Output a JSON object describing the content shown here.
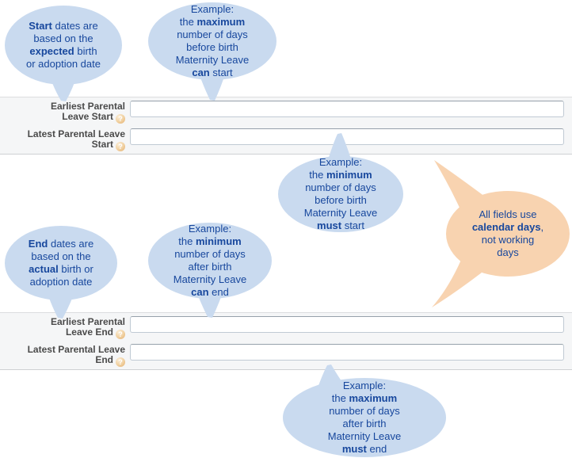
{
  "colors": {
    "bubble_blue": "#c9daef",
    "bubble_orange": "#f8d3b0",
    "bubble_text": "#17479d",
    "label_text": "#4a4a4a",
    "section_background": "#f5f6f7"
  },
  "form": {
    "help_icon": "?",
    "sections": [
      {
        "name": "parental-leave-start",
        "rows": [
          {
            "label_line1": "Earliest Parental",
            "label_line2": "Leave Start",
            "value": ""
          },
          {
            "label_line1": "Latest Parental Leave",
            "label_line2": "Start",
            "value": ""
          }
        ]
      },
      {
        "name": "parental-leave-end",
        "rows": [
          {
            "label_line1": "Earliest Parental",
            "label_line2": "Leave End",
            "value": ""
          },
          {
            "label_line1": "Latest Parental Leave",
            "label_line2": "End",
            "value": ""
          }
        ]
      }
    ]
  },
  "bubbles": [
    {
      "id": "start-dates-note",
      "theme": "blue",
      "lines": [
        [
          {
            "t": "Start",
            "b": true
          },
          {
            "t": " dates are",
            "b": false
          }
        ],
        [
          {
            "t": "based on the",
            "b": false
          }
        ],
        [
          {
            "t": "expected",
            "b": true
          },
          {
            "t": " birth",
            "b": false
          }
        ],
        [
          {
            "t": "or adoption date",
            "b": false
          }
        ]
      ]
    },
    {
      "id": "example-max-days-before-birth",
      "theme": "blue",
      "lines": [
        [
          {
            "t": "Example:",
            "b": false
          }
        ],
        [
          {
            "t": "the ",
            "b": false
          },
          {
            "t": "maximum",
            "b": true
          }
        ],
        [
          {
            "t": "number of days",
            "b": false
          }
        ],
        [
          {
            "t": "before birth",
            "b": false
          }
        ],
        [
          {
            "t": "Maternity Leave",
            "b": false
          }
        ],
        [
          {
            "t": "can",
            "b": true
          },
          {
            "t": " start",
            "b": false
          }
        ]
      ]
    },
    {
      "id": "example-min-days-before-birth",
      "theme": "blue",
      "lines": [
        [
          {
            "t": "Example:",
            "b": false
          }
        ],
        [
          {
            "t": "the ",
            "b": false
          },
          {
            "t": "minimum",
            "b": true
          }
        ],
        [
          {
            "t": "number of days",
            "b": false
          }
        ],
        [
          {
            "t": "before birth",
            "b": false
          }
        ],
        [
          {
            "t": "Maternity Leave",
            "b": false
          }
        ],
        [
          {
            "t": "must",
            "b": true
          },
          {
            "t": " start",
            "b": false
          }
        ]
      ]
    },
    {
      "id": "calendar-days-note",
      "theme": "orange",
      "lines": [
        [
          {
            "t": "All fields use",
            "b": false
          }
        ],
        [
          {
            "t": "calendar days",
            "b": true
          },
          {
            "t": ",",
            "b": false
          }
        ],
        [
          {
            "t": "not working",
            "b": false
          }
        ],
        [
          {
            "t": "days",
            "b": false
          }
        ]
      ]
    },
    {
      "id": "end-dates-note",
      "theme": "blue",
      "lines": [
        [
          {
            "t": "End",
            "b": true
          },
          {
            "t": " dates are",
            "b": false
          }
        ],
        [
          {
            "t": "based on the",
            "b": false
          }
        ],
        [
          {
            "t": "actual",
            "b": true
          },
          {
            "t": " birth or",
            "b": false
          }
        ],
        [
          {
            "t": "adoption date",
            "b": false
          }
        ]
      ]
    },
    {
      "id": "example-min-days-after-birth",
      "theme": "blue",
      "lines": [
        [
          {
            "t": "Example:",
            "b": false
          }
        ],
        [
          {
            "t": "the ",
            "b": false
          },
          {
            "t": "minimum",
            "b": true
          }
        ],
        [
          {
            "t": "number of days",
            "b": false
          }
        ],
        [
          {
            "t": "after birth",
            "b": false
          }
        ],
        [
          {
            "t": "Maternity Leave",
            "b": false
          }
        ],
        [
          {
            "t": "can",
            "b": true
          },
          {
            "t": " end",
            "b": false
          }
        ]
      ]
    },
    {
      "id": "example-max-days-after-birth",
      "theme": "blue",
      "lines": [
        [
          {
            "t": "Example:",
            "b": false
          }
        ],
        [
          {
            "t": "the ",
            "b": false
          },
          {
            "t": "maximum",
            "b": true
          }
        ],
        [
          {
            "t": "number of days",
            "b": false
          }
        ],
        [
          {
            "t": "after birth",
            "b": false
          }
        ],
        [
          {
            "t": "Maternity Leave",
            "b": false
          }
        ],
        [
          {
            "t": "must",
            "b": true
          },
          {
            "t": " end",
            "b": false
          }
        ]
      ]
    }
  ]
}
